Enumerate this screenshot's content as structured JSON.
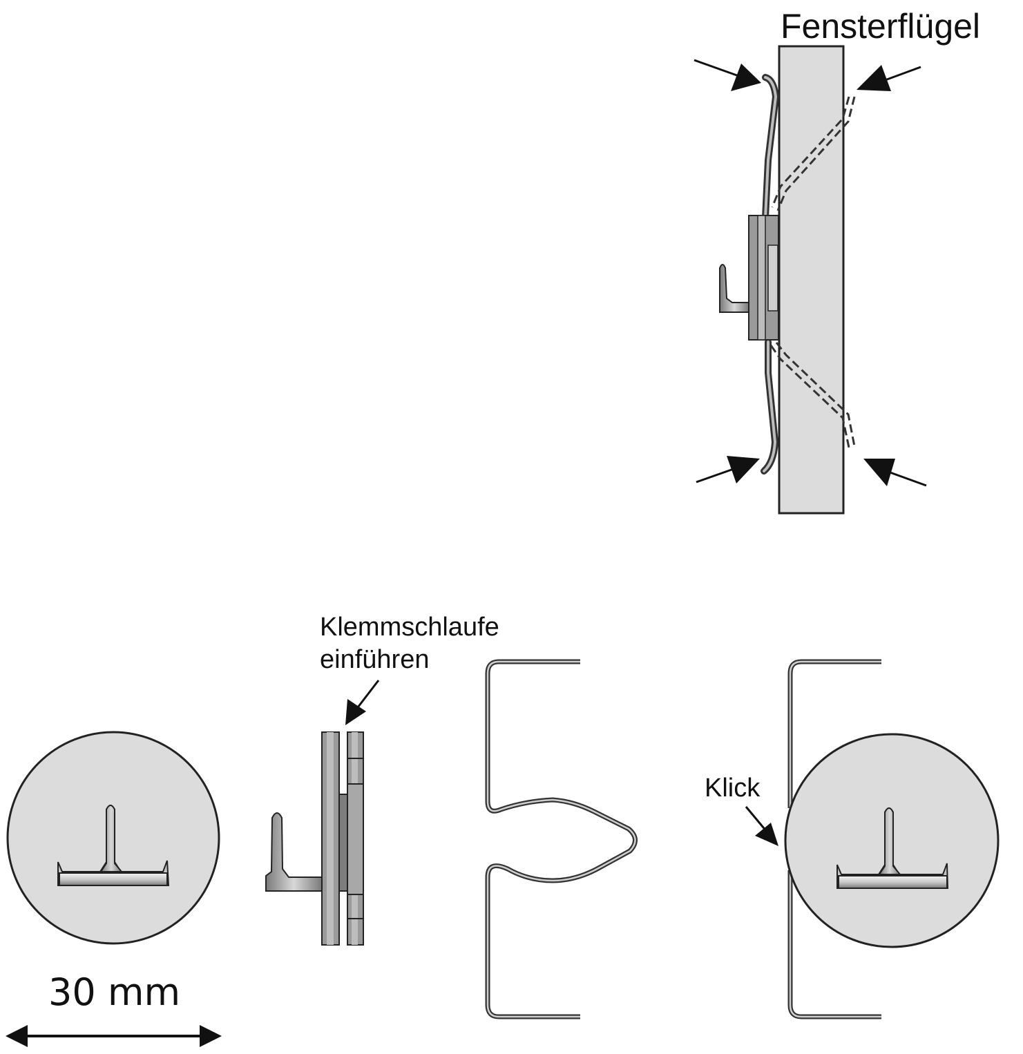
{
  "labels": {
    "window_sash": "Fensterflügel",
    "insert_line1": "Klemmschlaufe",
    "insert_line2": "einführen",
    "click": "Klick",
    "dimension": "30 mm"
  },
  "colors": {
    "panel_fill": "#dcdcdc",
    "panel_stroke": "#222222",
    "metal_fill": "#9a9a9a",
    "metal_light": "#cfcfcf",
    "line": "#111111"
  }
}
